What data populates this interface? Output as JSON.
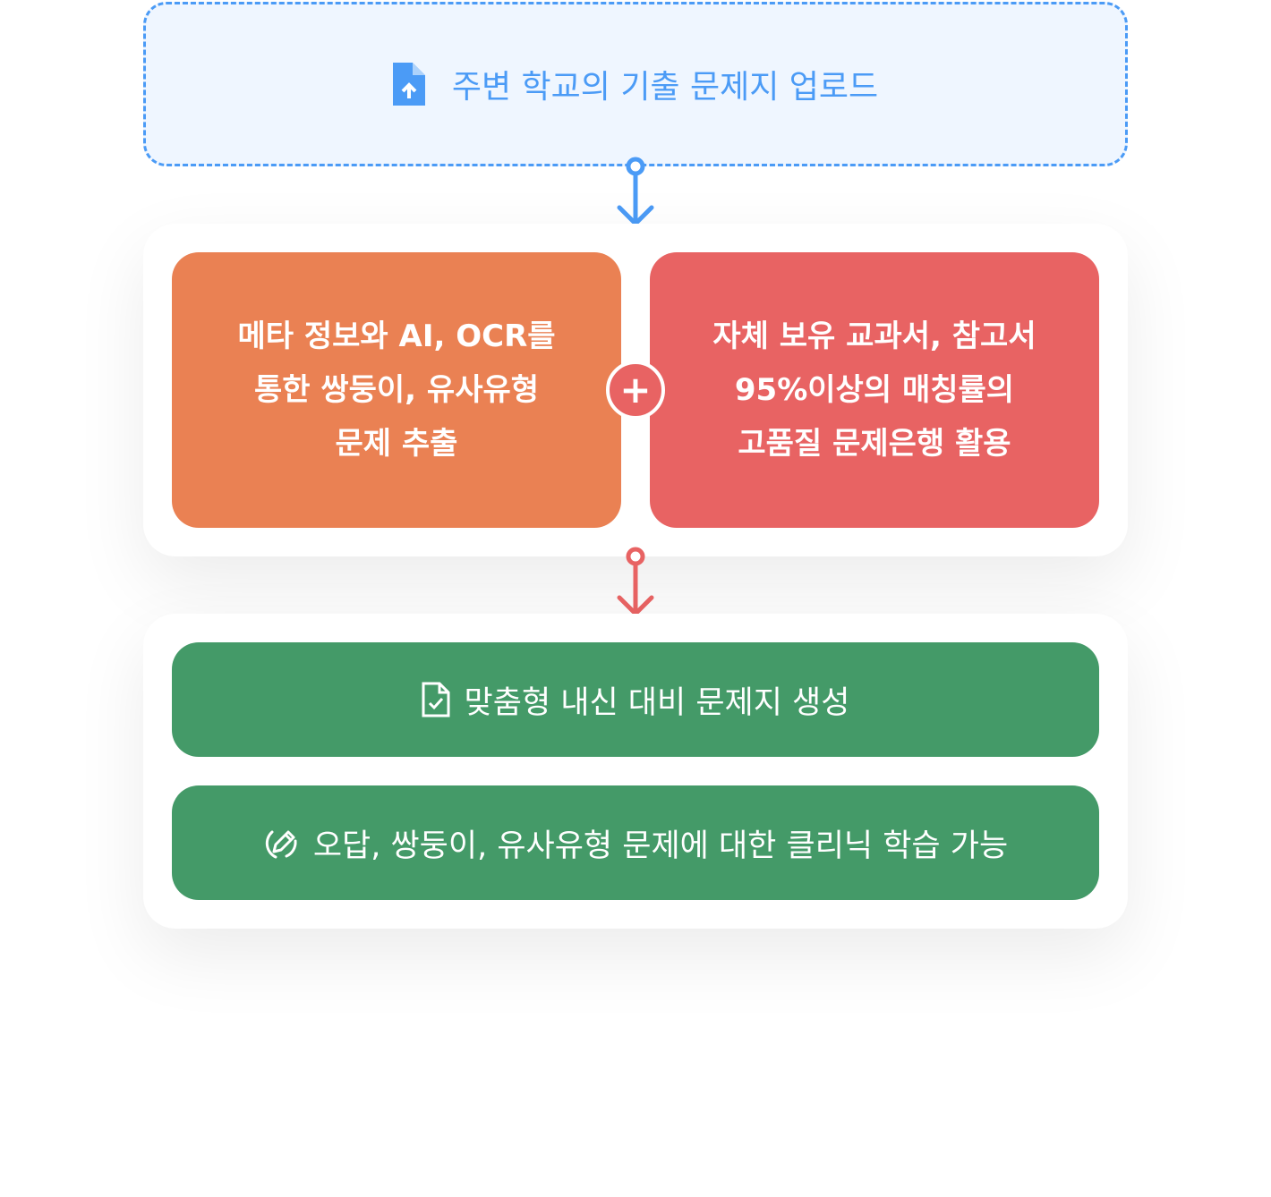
{
  "upload": {
    "label": "주변 학교의 기출 문제지 업로드",
    "icon": "file-upload-icon",
    "color": "#4b9bf6"
  },
  "cards": [
    {
      "text": "메타 정보와 AI, OCR를\n통한 쌍둥이, 유사유형\n문제 추출",
      "color": "#ea8153"
    },
    {
      "text": "자체 보유 교과서, 참고서\n95%이상의 매칭률의\n고품질 문제은행 활용",
      "color": "#e86363"
    }
  ],
  "plus": "+",
  "results": [
    {
      "label": "맞춤형 내신 대비 문제지 생성",
      "icon": "file-check-icon"
    },
    {
      "label": "오답, 쌍둥이, 유사유형 문제에 대한 클리닉 학습 가능",
      "icon": "pencil-circle-icon"
    }
  ]
}
